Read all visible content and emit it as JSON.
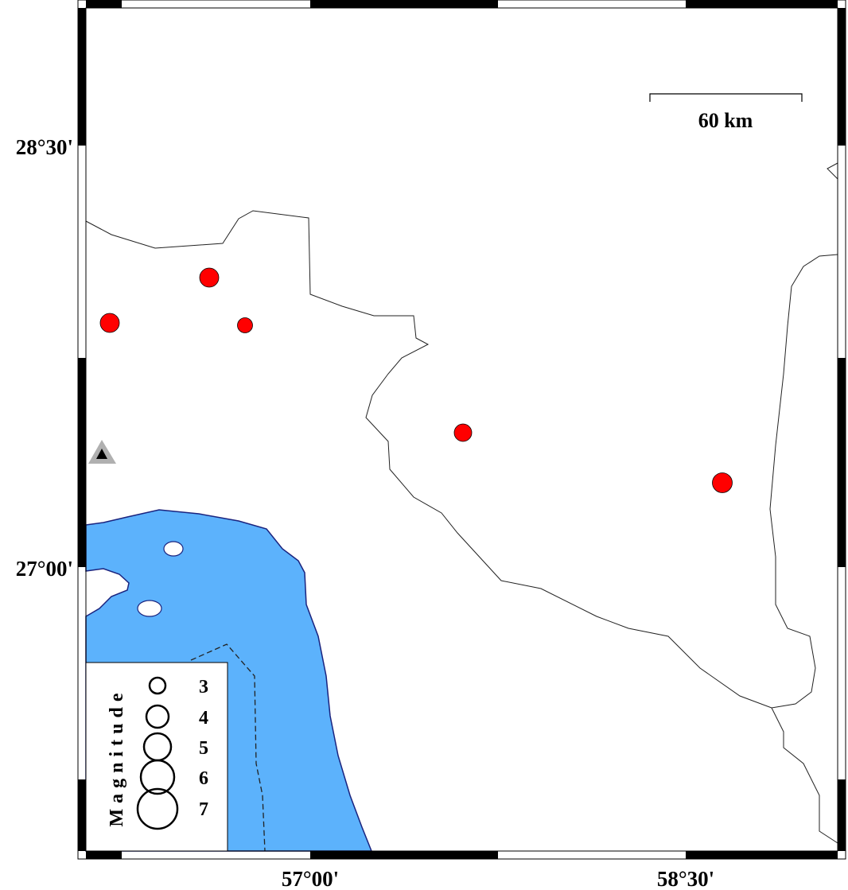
{
  "map": {
    "axis_labels": {
      "lat_top": "28°30'",
      "lat_bottom": "27°00'",
      "lon_left": "57°00'",
      "lon_right": "58°30'"
    },
    "scale_bar": {
      "label": "60 km"
    },
    "colors": {
      "sea": "#5cb2fc",
      "coast": "#1a237e",
      "event": "#ff0000",
      "station": "#b0b0b0"
    },
    "events": [
      {
        "id": "eq1",
        "magnitude_class": "large"
      },
      {
        "id": "eq2",
        "magnitude_class": "large"
      },
      {
        "id": "eq3",
        "magnitude_class": "small"
      },
      {
        "id": "eq4",
        "magnitude_class": "medium"
      },
      {
        "id": "eq5",
        "magnitude_class": "large"
      }
    ],
    "station": {
      "icon": "triangle"
    }
  },
  "legend": {
    "title": "Magnitude",
    "items": [
      {
        "label": "3"
      },
      {
        "label": "4"
      },
      {
        "label": "5"
      },
      {
        "label": "6"
      },
      {
        "label": "7"
      }
    ]
  }
}
